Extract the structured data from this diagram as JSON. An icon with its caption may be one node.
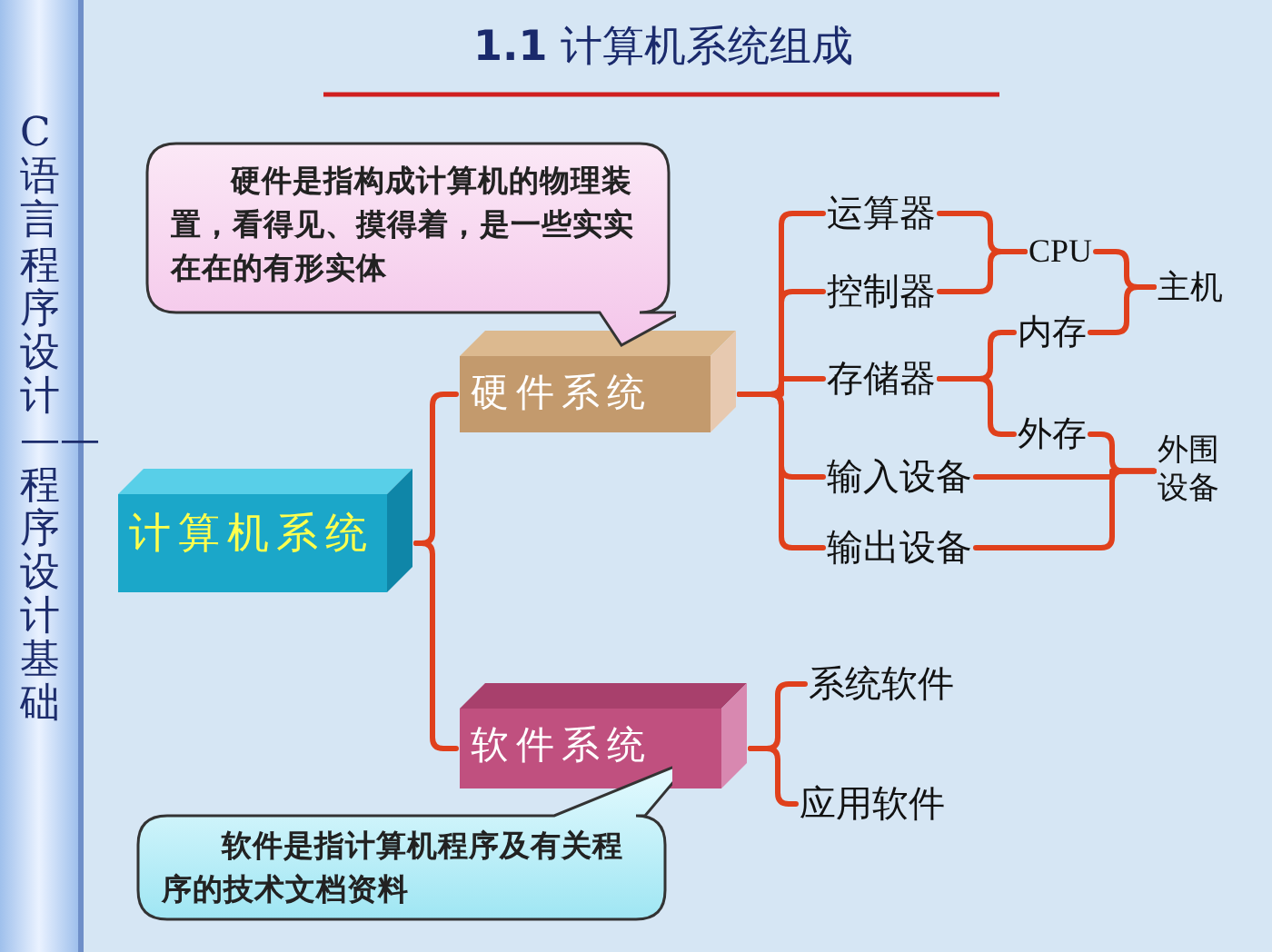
{
  "diagram": {
    "title": "**1.1** 计算机系统组成",
    "nodes": [
      {
        "text": [
          "C语言程序设计——程序设计基础"
        ]
      },
      {
        "text": [
          "计算机系统"
        ]
      },
      {
        "text": [
          "硬件系统"
        ]
      },
      {
        "text": [
          "软件系统"
        ]
      },
      {
        "text": [
          "硬件是指构成计算机的物理装置，看得见、摸得着，是一些实实在在的有形实体"
        ]
      },
      {
        "text": [
          "软件是指计算机程序及有关程序的技术文档资料"
        ]
      },
      {
        "text": [
          "运算器"
        ]
      },
      {
        "text": [
          "控制器"
        ]
      },
      {
        "text": [
          "存储器"
        ]
      },
      {
        "text": [
          "输入设备"
        ]
      },
      {
        "text": [
          "输出设备"
        ]
      },
      {
        "text": [
          "CPU"
        ]
      },
      {
        "text": [
          "内存"
        ]
      },
      {
        "text": [
          "外存"
        ]
      },
      {
        "text": [
          "主机"
        ]
      },
      {
        "text": [
          "外围设备"
        ]
      },
      {
        "text": [
          "系统软件"
        ]
      },
      {
        "text": [
          "应用软件"
        ]
      }
    ],
    "edges": [
      {
        "from": 1,
        "to": 2,
        "arrow": "none"
      },
      {
        "from": 1,
        "to": 3,
        "arrow": "none"
      },
      {
        "from": 2,
        "to": 6,
        "arrow": "none"
      },
      {
        "from": 2,
        "to": 7,
        "arrow": "none"
      },
      {
        "from": 2,
        "to": 8,
        "arrow": "none"
      },
      {
        "from": 2,
        "to": 9,
        "arrow": "none"
      },
      {
        "from": 2,
        "to": 10,
        "arrow": "none"
      },
      {
        "from": 6,
        "to": 11,
        "arrow": "none"
      },
      {
        "from": 7,
        "to": 11,
        "arrow": "none"
      },
      {
        "from": 8,
        "to": 12,
        "arrow": "none"
      },
      {
        "from": 8,
        "to": 13,
        "arrow": "none"
      },
      {
        "from": 11,
        "to": 14,
        "arrow": "none"
      },
      {
        "from": 12,
        "to": 14,
        "arrow": "none"
      },
      {
        "from": 13,
        "to": 15,
        "arrow": "none"
      },
      {
        "from": 9,
        "to": 15,
        "arrow": "none"
      },
      {
        "from": 10,
        "to": 15,
        "arrow": "none"
      },
      {
        "from": 3,
        "to": 16,
        "arrow": "none"
      },
      {
        "from": 3,
        "to": 17,
        "arrow": "none"
      }
    ]
  }
}
